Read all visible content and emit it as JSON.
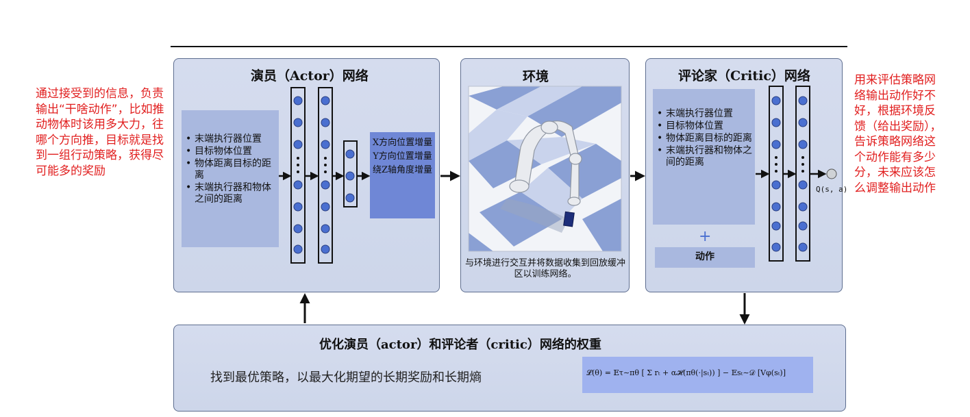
{
  "actor": {
    "title": "演员（Actor）网络",
    "inputs": [
      "末端执行器位置",
      "目标物体位置",
      "物体距离目标的距离",
      "末端执行器和物体之间的距离"
    ],
    "outputs": [
      "X方向位置增量",
      "Y方向位置增量",
      "绕Z轴角度增量"
    ]
  },
  "environment": {
    "title": "环境",
    "caption": "与环境进行交互并将数据收集到回放缓冲区以训练网络。"
  },
  "critic": {
    "title": "评论家（Critic）网络",
    "inputs": [
      "末端执行器位置",
      "目标物体位置",
      "物体距离目标的距离",
      "末端执行器和物体之间的距离"
    ],
    "plus": "+",
    "action_label": "动作",
    "output_label": "Q(s, a)"
  },
  "optimize": {
    "title": "优化演员（actor）和评论者（critic）网络的权重",
    "subtitle": "找到最优策略，以最大化期望的长期奖励和长期熵",
    "formula": "𝓛(θ) = 𝔼τ∼πθ [ Σ rₜ + α𝓗(πθ(·|sₜ)) ] − 𝔼sₜ∼𝒟 [Vφ(sₜ)]"
  },
  "notes": {
    "left": "通过接受到的信息，负责输出“干啥动作”，比如推动物体时该用多大力，往哪个方向推，目标就是找到一组行动策略，获得尽可能多的奖励",
    "right": "用来评估策略网络输出动作好不好，根据环境反馈（给出奖励），告诉策略网络这个动作能有多少分，未来应该怎么调整输出动作"
  },
  "colors": {
    "panel": "#d2d9ec",
    "panel_border": "#5d6d8f",
    "input_box": "#a9b8df",
    "output_box": "#6f87d6",
    "node": "#4a6fd0",
    "note_text": "#e11f1f",
    "formula_box": "#9fb2ef"
  },
  "icons": [
    "node-circle-icon",
    "vertical-ellipsis-icon",
    "arrow-right-icon",
    "arrow-up-icon",
    "arrow-down-icon",
    "robot-arm-scene-icon"
  ]
}
